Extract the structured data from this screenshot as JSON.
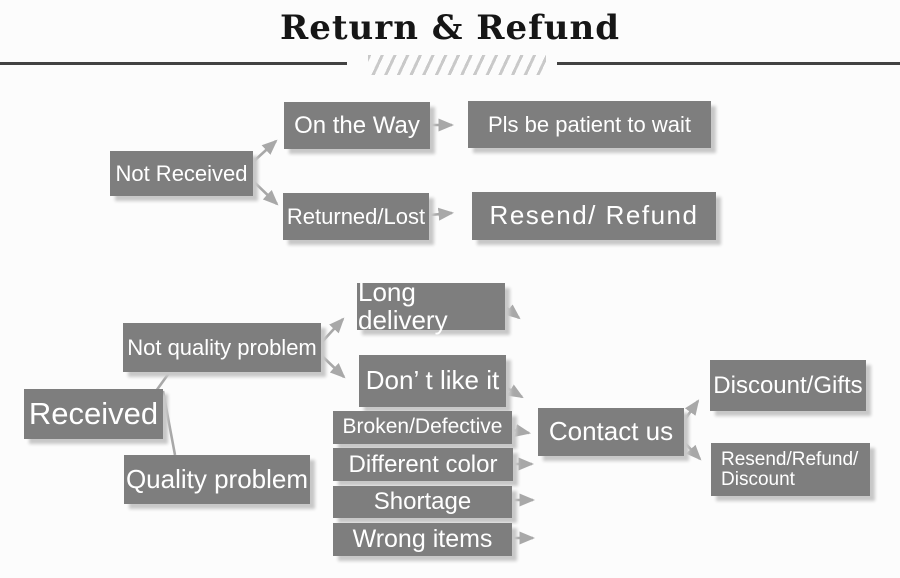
{
  "title": "Return & Refund",
  "colors": {
    "box_fill": "#7e7e7e",
    "box_text": "#ffffff",
    "box_shadow": "#c8c8c8",
    "arrow": "#a8a8a8",
    "title_text": "#161616",
    "divider_line": "#424242",
    "divider_slashes": "#c9c9c9",
    "background": "#fcfcfc"
  },
  "nodes": {
    "not_received": {
      "label": "Not Received"
    },
    "on_the_way": {
      "label": "On the Way"
    },
    "pls_be_patient": {
      "label": "Pls be patient to wait"
    },
    "returned_lost": {
      "label": "Returned/Lost"
    },
    "resend_refund": {
      "label": "Resend/ Refund"
    },
    "received": {
      "label": "Received"
    },
    "not_quality": {
      "label": "Not quality problem"
    },
    "quality": {
      "label": "Quality problem"
    },
    "long_delivery": {
      "label": "Long delivery"
    },
    "dont_like": {
      "label": "Don’ t like it"
    },
    "broken": {
      "label": "Broken/Defective"
    },
    "different_color": {
      "label": "Different color"
    },
    "shortage": {
      "label": "Shortage"
    },
    "wrong_items": {
      "label": "Wrong items"
    },
    "contact_us": {
      "label": "Contact us"
    },
    "discount_gifts": {
      "label": "Discount/Gifts"
    },
    "resend_discount": {
      "label": "Resend/Refund/\nDiscount"
    }
  },
  "edges": [
    {
      "from": "not_received",
      "to": "on_the_way",
      "arrow": true
    },
    {
      "from": "not_received",
      "to": "returned_lost",
      "arrow": true
    },
    {
      "from": "on_the_way",
      "to": "pls_be_patient",
      "arrow": true
    },
    {
      "from": "returned_lost",
      "to": "resend_refund",
      "arrow": true
    },
    {
      "from": "received",
      "to": "not_quality",
      "arrow": false
    },
    {
      "from": "received",
      "to": "quality",
      "arrow": false
    },
    {
      "from": "not_quality",
      "to": "long_delivery",
      "arrow": true
    },
    {
      "from": "not_quality",
      "to": "dont_like",
      "arrow": true
    },
    {
      "from": "long_delivery",
      "to": "contact_us",
      "arrow": true
    },
    {
      "from": "dont_like",
      "to": "contact_us",
      "arrow": true
    },
    {
      "from": "broken",
      "to": "contact_us",
      "arrow": true
    },
    {
      "from": "different_color",
      "to": "contact_us",
      "arrow": true
    },
    {
      "from": "shortage",
      "to": "contact_us",
      "arrow": true
    },
    {
      "from": "wrong_items",
      "to": "contact_us",
      "arrow": true
    },
    {
      "from": "contact_us",
      "to": "discount_gifts",
      "arrow": true
    },
    {
      "from": "contact_us",
      "to": "resend_discount",
      "arrow": true
    }
  ]
}
